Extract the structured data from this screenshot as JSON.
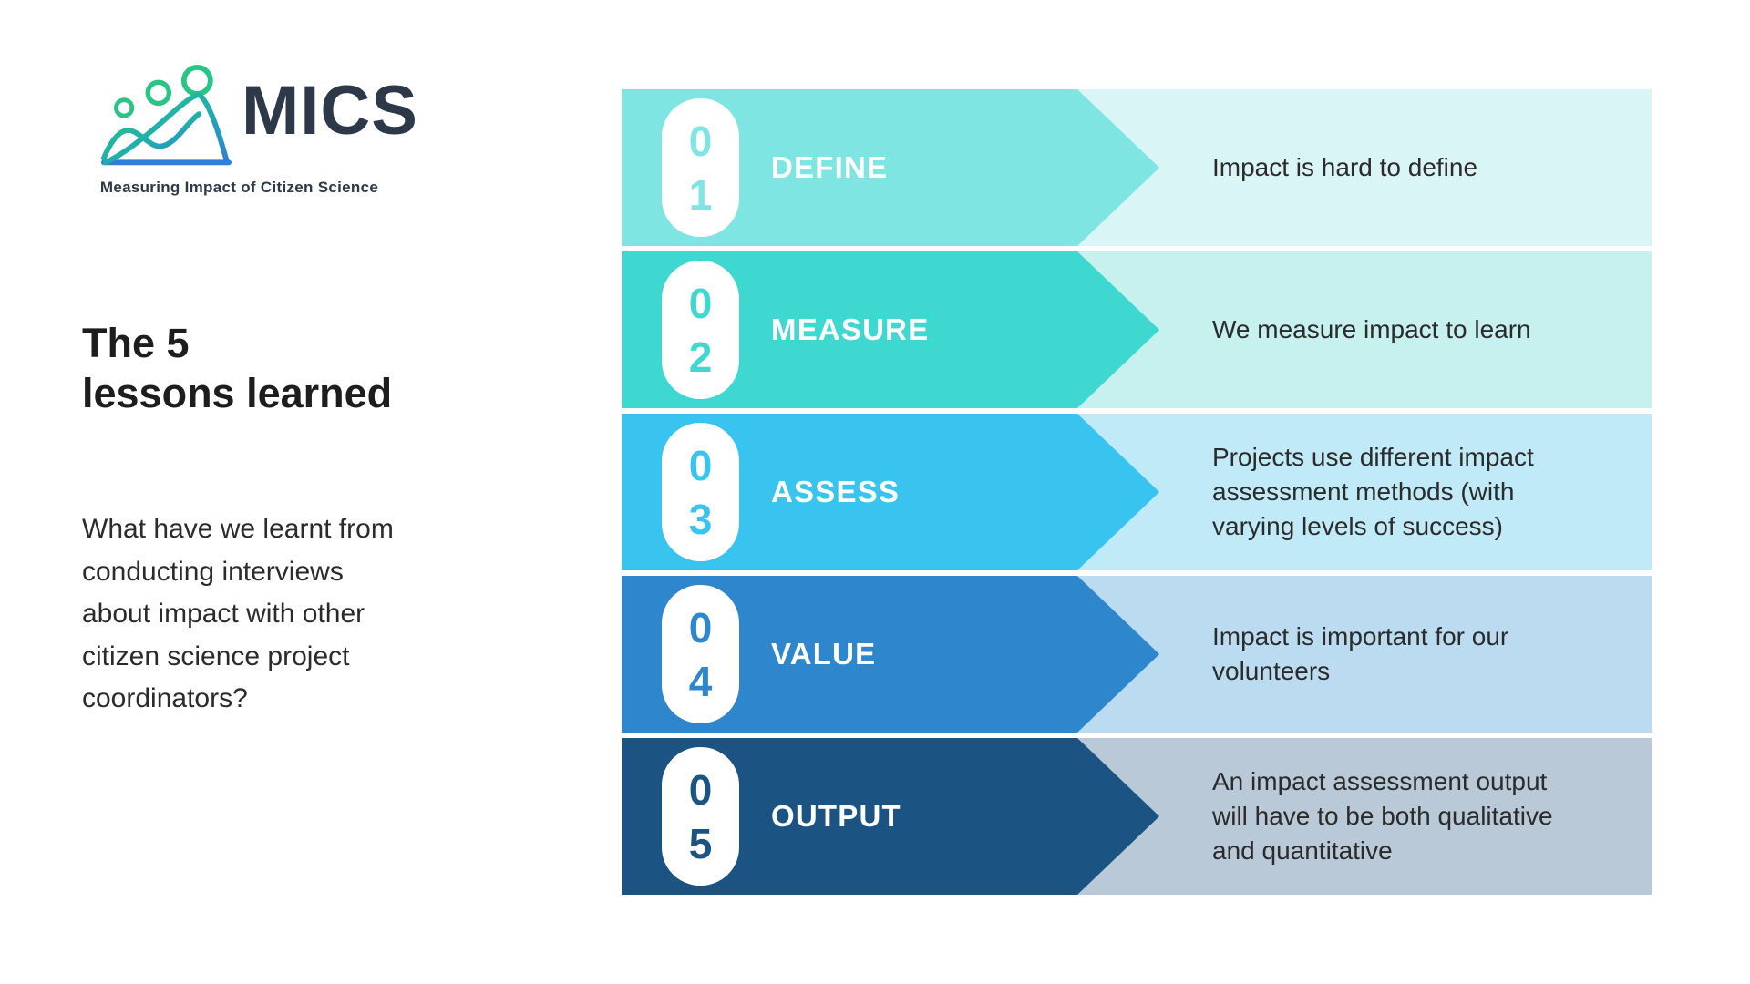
{
  "logo": {
    "wordmark": "MICS",
    "tagline": "Measuring Impact of Citizen Science"
  },
  "intro": {
    "title": "The 5\nlessons learned",
    "paragraph": "What have we learnt from\nconducting interviews\nabout impact with other\ncitizen science project\ncoordinators?"
  },
  "lessons": [
    {
      "number_top": "0",
      "number_bottom": "1",
      "label": "DEFINE",
      "description": "Impact is hard to define",
      "solid_color": "#7FE5E2",
      "light_color": "#D9F5F6"
    },
    {
      "number_top": "0",
      "number_bottom": "2",
      "label": "MEASURE",
      "description": "We measure impact to learn",
      "solid_color": "#3FD8D1",
      "light_color": "#C6F1EE"
    },
    {
      "number_top": "0",
      "number_bottom": "3",
      "label": "ASSESS",
      "description": "Projects use different impact\nassessment methods (with\nvarying levels of success)",
      "solid_color": "#38C4EE",
      "light_color": "#C0EAF8"
    },
    {
      "number_top": "0",
      "number_bottom": "4",
      "label": "VALUE",
      "description": "Impact is important for our\nvolunteers",
      "solid_color": "#2E86CC",
      "light_color": "#BBDCF0"
    },
    {
      "number_top": "0",
      "number_bottom": "5",
      "label": "OUTPUT",
      "description": "An impact assessment output\nwill have to be both qualitative\nand quantitative",
      "solid_color": "#1B5383",
      "light_color": "#B9C9D8"
    }
  ],
  "colors": {
    "logo_green": "#2BC487",
    "logo_blue": "#2F7FD6",
    "logo_navy": "#2D3848",
    "body_text": "#2B2B2B"
  }
}
